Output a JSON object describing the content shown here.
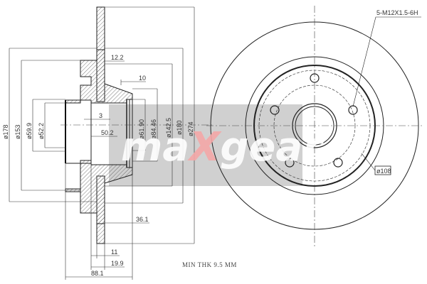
{
  "watermark": {
    "brand_prefix": "ma",
    "brand_x": "X",
    "brand_suffix": "gear",
    "box_color": "#c8c8c8",
    "text_color": "#ffffff",
    "accent_color": "#f4a8a8"
  },
  "section_view": {
    "vertical_dimensions": [
      {
        "id": "d178",
        "label": "ø178"
      },
      {
        "id": "d153",
        "label": "ø153"
      },
      {
        "id": "d59_9",
        "label": "ø59.9"
      },
      {
        "id": "d52_2",
        "label": "ø52.2"
      },
      {
        "id": "d61_90",
        "label": "ø61.90"
      },
      {
        "id": "d84_46",
        "label": "ø84.46"
      },
      {
        "id": "d142_5",
        "label": "ø142.5"
      },
      {
        "id": "d180",
        "label": "ø180"
      },
      {
        "id": "d274",
        "label": "ø274"
      }
    ],
    "horizontal_dimensions": {
      "hat_offset": "12.2",
      "flange_lip": "10",
      "bearing_step": "3",
      "bore_depth": "50.2",
      "friction_offset": "36.1",
      "disc_thickness": "11",
      "hat_depth": "19.9",
      "overall_width": "88.1"
    }
  },
  "front_view": {
    "thread_callout": "5-M12X1.5-6H",
    "pcd_callout": "ø108",
    "bolt_hole_count": 5
  },
  "notes": {
    "min_thickness": "MIN THK 9.5 MM"
  }
}
